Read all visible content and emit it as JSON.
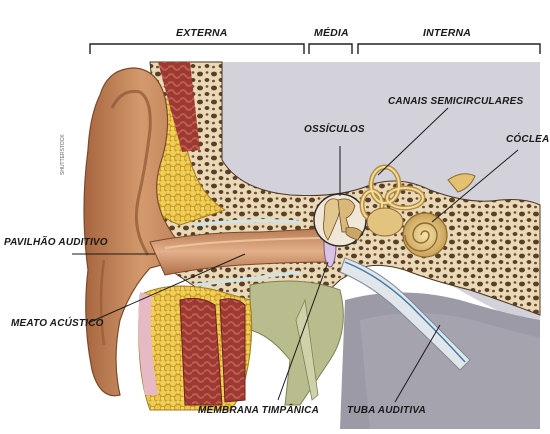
{
  "sections": {
    "externa": "EXTERNA",
    "media": "MÉDIA",
    "interna": "INTERNA"
  },
  "labels": {
    "pavilhao": "PAVILHÃO AUDITIVO",
    "meato": "MEATO ACÚSTICO",
    "membrana": "MEMBRANA TIMPÂNICA",
    "ossiculos": "OSSÍCULOS",
    "canais": "CANAIS SEMICIRCULARES",
    "coclea": "CÓCLEA",
    "tuba": "TUBA AUDITIVA"
  },
  "watermark": "SHUTTERSTOCK",
  "colors": {
    "skin": "#c98a5e",
    "skin_dark": "#8d5636",
    "bone": "#e9d9b8",
    "bone_pore": "#5a3e28",
    "fat": "#e8c247",
    "cartilage": "#cfe4e6",
    "muscle": "#a8433a",
    "canal": "#d7a37a",
    "inner_ear": "#e3c98a",
    "cavity": "#d2d0d8",
    "tube": "#b8bf8f"
  }
}
